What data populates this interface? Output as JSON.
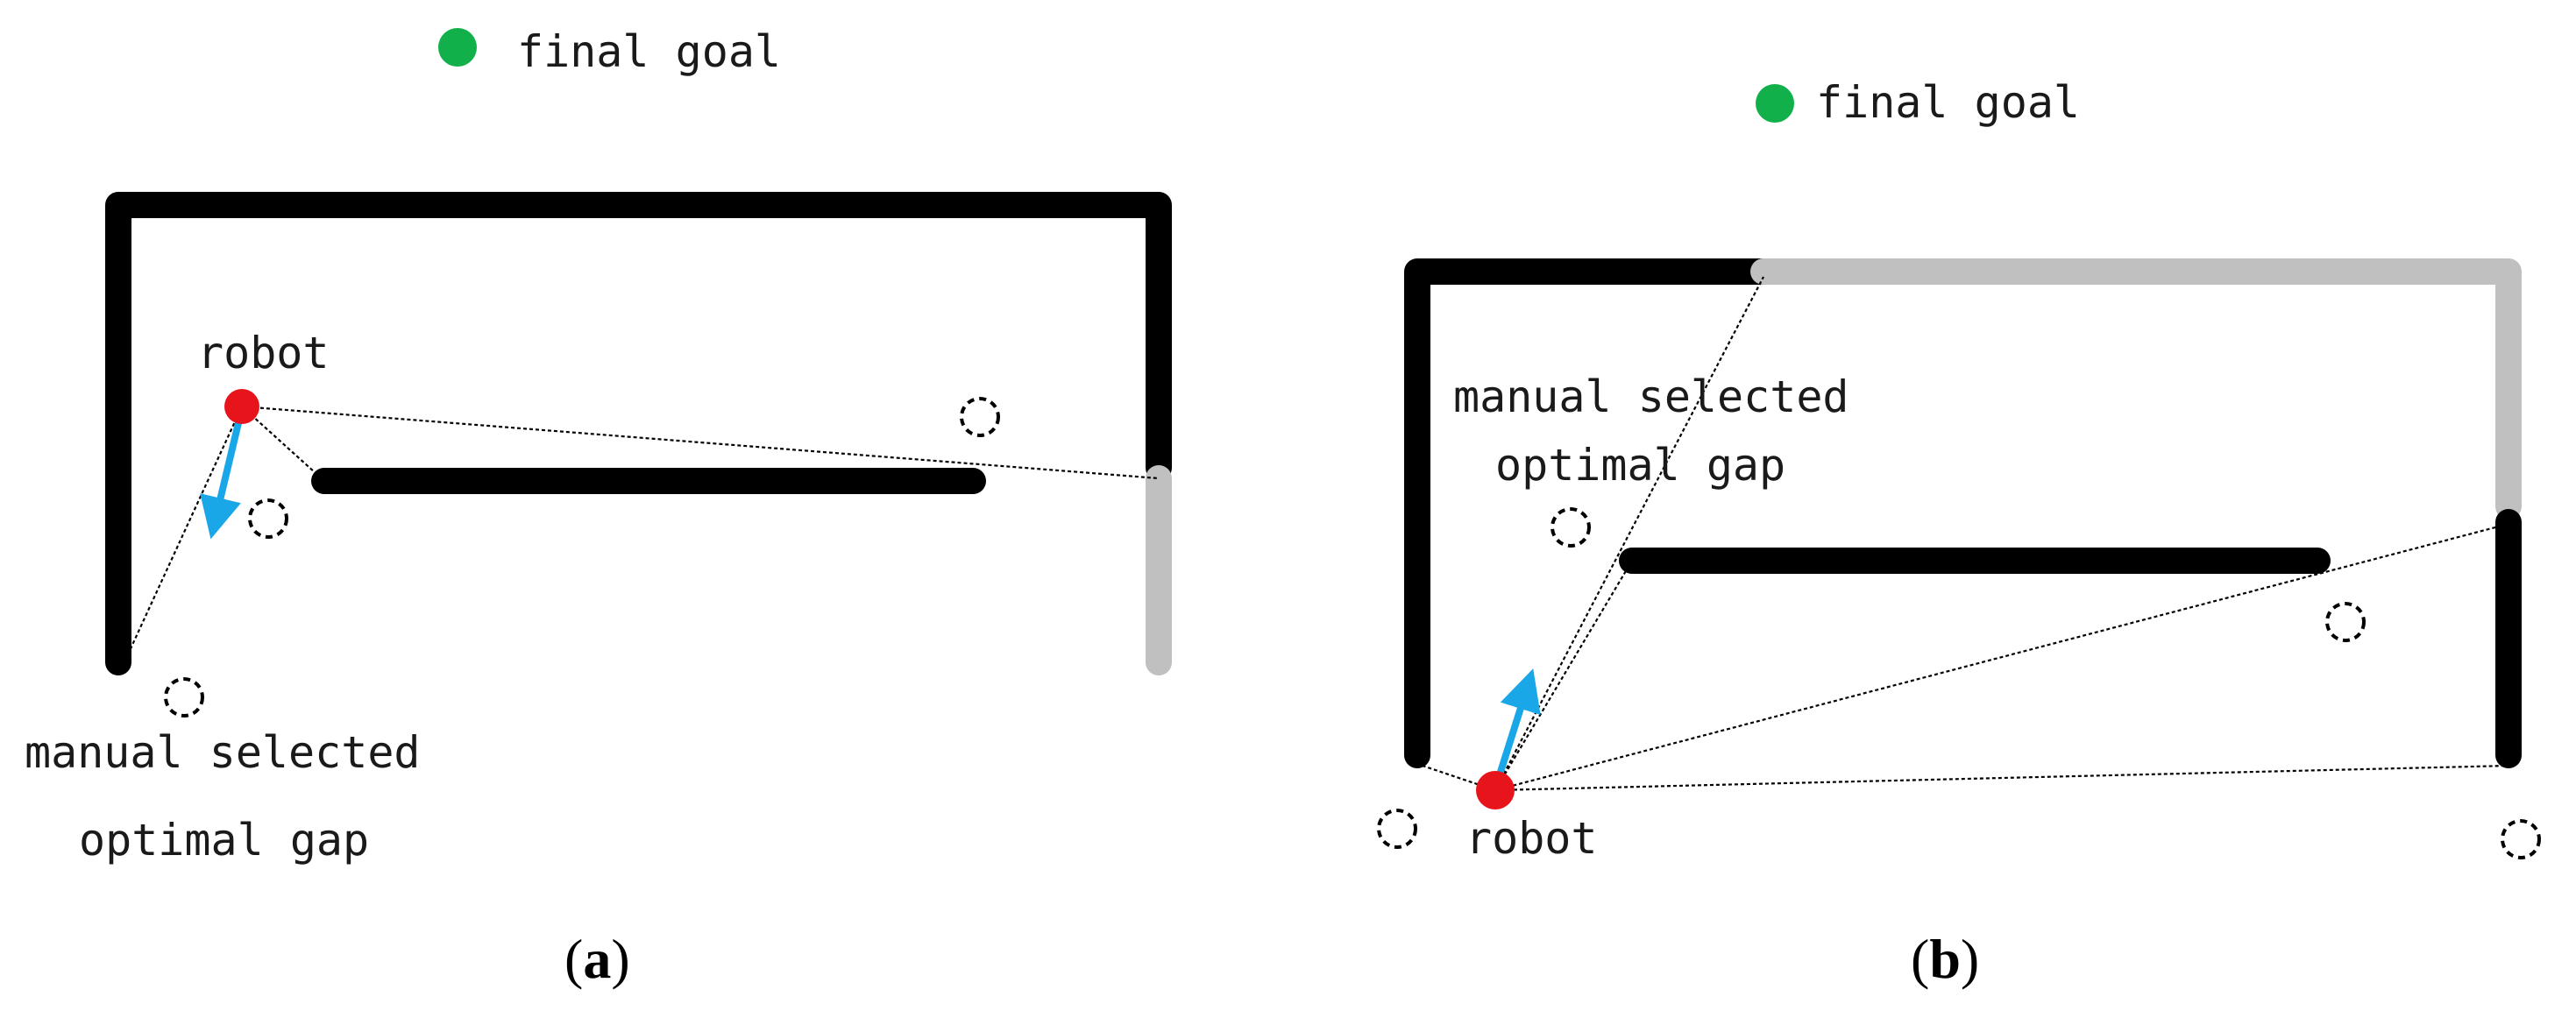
{
  "colors": {
    "wall": "#000000",
    "open_wall": "#c0c0c0",
    "robot": "#e8141c",
    "goal": "#12b04a",
    "heading_arrow": "#1aa7e8",
    "gap_marker": "#000000",
    "sight_line": "#000000"
  },
  "panels": [
    {
      "caption_open": "(",
      "caption_letter": "a",
      "caption_close": ")",
      "goal_label": "final goal",
      "robot_label": "robot",
      "gap_label_line1": "manual selected",
      "gap_label_line2": "optimal gap"
    },
    {
      "caption_open": "(",
      "caption_letter": "b",
      "caption_close": ")",
      "goal_label": "final goal",
      "robot_label": "robot",
      "gap_label_line1": "manual selected",
      "gap_label_line2": "optimal gap"
    }
  ],
  "icons": {
    "goal": "goal-dot-icon",
    "robot": "robot-dot-icon",
    "heading": "heading-arrow-icon",
    "gap": "gap-circle-icon"
  }
}
